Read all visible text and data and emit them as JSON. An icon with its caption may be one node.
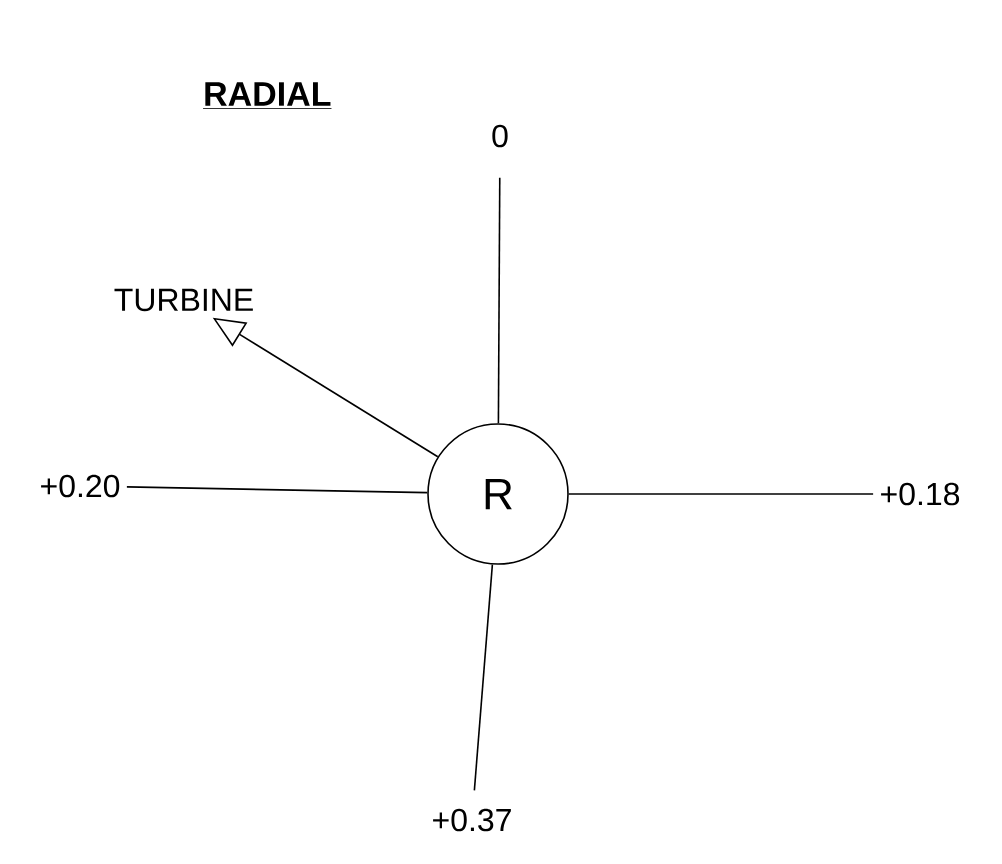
{
  "diagram": {
    "title": "RADIAL",
    "nodes": [
      {
        "text": [
          "R"
        ]
      },
      {
        "text": [
          "0"
        ]
      },
      {
        "text": [
          "+0.20"
        ]
      },
      {
        "text": [
          "+0.18"
        ]
      },
      {
        "text": [
          "+0.37"
        ]
      },
      {
        "text": [
          "TURBINE"
        ]
      }
    ],
    "edges": [
      {
        "from": 0,
        "to": 1,
        "arrow": "none"
      },
      {
        "from": 0,
        "to": 2,
        "arrow": "none"
      },
      {
        "from": 0,
        "to": 3,
        "arrow": "none"
      },
      {
        "from": 0,
        "to": 4,
        "arrow": "none"
      },
      {
        "from": 0,
        "to": 5,
        "arrow": "to"
      }
    ]
  }
}
